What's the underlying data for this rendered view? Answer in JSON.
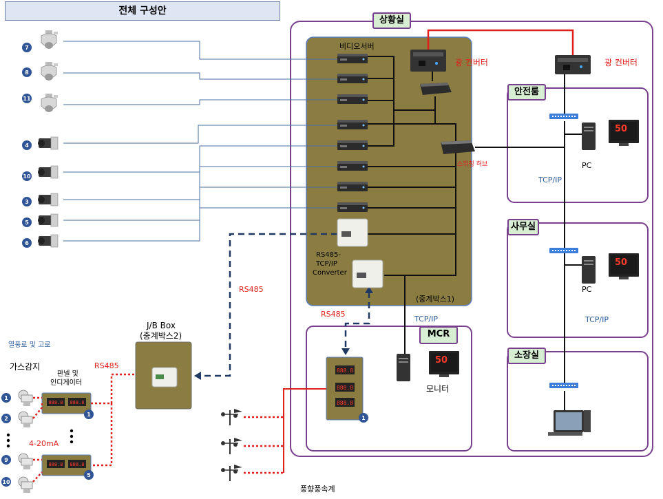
{
  "title": "전체 구성안",
  "rooms": {
    "control": "상황실",
    "safety": "안전룸",
    "office": "사무실",
    "director": "소장실",
    "mcr": "MCR"
  },
  "labels": {
    "video_server": "비디오서버",
    "optical_converter": "광 컨버터",
    "switching_hub": "스위칭 허브",
    "converter_line1": "RS485-",
    "converter_line2": "TCP/IP",
    "converter_line3": "Converter",
    "relay_box1": "(중계박스1)",
    "jbox_line1": "J/B Box",
    "jbox_line2": "(중계박스2)",
    "rs485": "RS485",
    "tcpip": "TCP/IP",
    "pc": "PC",
    "monitor": "모니터",
    "heat_furnace": "열풍로 및 고로",
    "gas_detect": "가스감지",
    "panel_line1": "판넬 및",
    "panel_line2": "인디게이터",
    "current_range": "4-20mA",
    "wind_meter": "풍향풍속계",
    "monitor_screen": "50"
  },
  "cameras": {
    "ptz": [
      "7",
      "8",
      "11"
    ],
    "box": [
      "4",
      "10",
      "3",
      "5",
      "6"
    ]
  },
  "sensors": [
    "1",
    "2",
    "9",
    "10"
  ],
  "panel_numbers": [
    "1",
    "5"
  ],
  "mcr_panel_number": "1",
  "display_text": "888.8",
  "colors": {
    "room_border": "#7a3e8f",
    "relay_box": "#8b7d42",
    "red_line": "#e0201a",
    "dashed_line": "#1f3864",
    "camera_line": "#4a6fa5",
    "hub": "#3b7dd8"
  }
}
